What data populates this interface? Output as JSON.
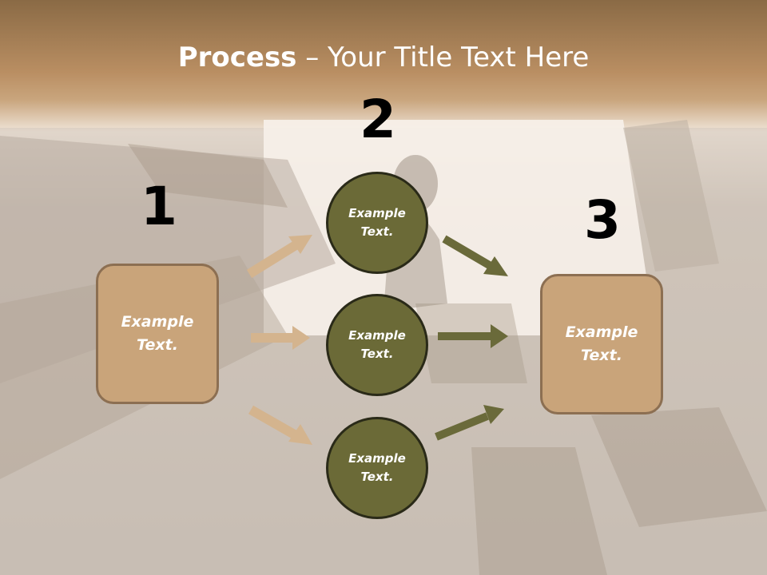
{
  "slide": {
    "title_bold": "Process",
    "title_rest": " – Your Title Text Here",
    "step_numbers": [
      "1",
      "2",
      "3"
    ],
    "left_box_text": "Example\nText.",
    "right_box_text": "Example\nText.",
    "circles": [
      "Example\nText.",
      "Example\nText.",
      "Example\nText."
    ]
  },
  "colors": {
    "box_fill": "#c9a47a",
    "circle_fill": "#6b6a37",
    "tan_arrow": "#d4b48e",
    "olive_arrow": "#6a6a3a"
  }
}
